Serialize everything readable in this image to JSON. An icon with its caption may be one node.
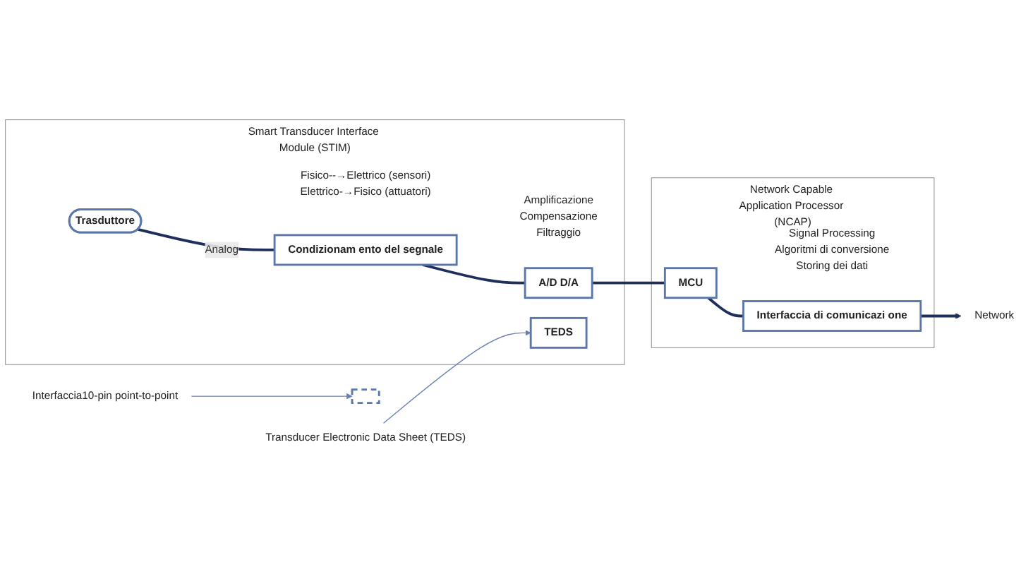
{
  "diagram": {
    "nodes": [
      {
        "text": [
          "Smart Transducer Interface Module (STIM)"
        ]
      },
      {
        "text": [
          "Trasduttore"
        ],
        "in": 0,
        "beside": [
          "Fisico--→Elettrico (sensori)",
          "Elettrico-→Fisico (attuatori)"
        ]
      },
      {
        "text": [
          "Condizionam ento del segnale"
        ],
        "in": 0,
        "beside": [
          "Amplificazione",
          "Compensazione",
          "Filtraggio"
        ]
      },
      {
        "text": [
          "A/D D/A"
        ],
        "in": 0
      },
      {
        "text": [
          "TEDS"
        ],
        "in": 0
      },
      {
        "text": [
          "Network Capable Application Processor (NCAP)"
        ]
      },
      {
        "text": [
          "MCU"
        ],
        "in": 5,
        "beside": [
          "Signal Processing",
          "Algoritmi di conversione",
          "Storing dei dati"
        ]
      },
      {
        "text": [
          "Interfaccia di comunicazi one"
        ],
        "in": 5
      },
      {
        "text": [
          "Network"
        ]
      },
      {
        "text": [
          "Transducer Electronic Data Sheet (TEDS)"
        ]
      },
      {
        "text": [
          "Interfaccia10-pin point-to-point"
        ]
      },
      {
        "text": [],
        "shape": "bar"
      }
    ],
    "edges": [
      {
        "from": 1,
        "to": 2,
        "arrow": "none",
        "label": "Analog"
      },
      {
        "from": 2,
        "to": 3,
        "arrow": "none"
      },
      {
        "from": 3,
        "to": 6,
        "arrow": "none"
      },
      {
        "from": 6,
        "to": 7,
        "arrow": "none"
      },
      {
        "from": 7,
        "to": 8,
        "arrow": "to"
      },
      {
        "from": 9,
        "to": 4,
        "arrow": "to",
        "color": "#6a80b8"
      },
      {
        "from": 10,
        "to": 11,
        "arrow": "to",
        "color": "#6a80b8"
      }
    ]
  }
}
